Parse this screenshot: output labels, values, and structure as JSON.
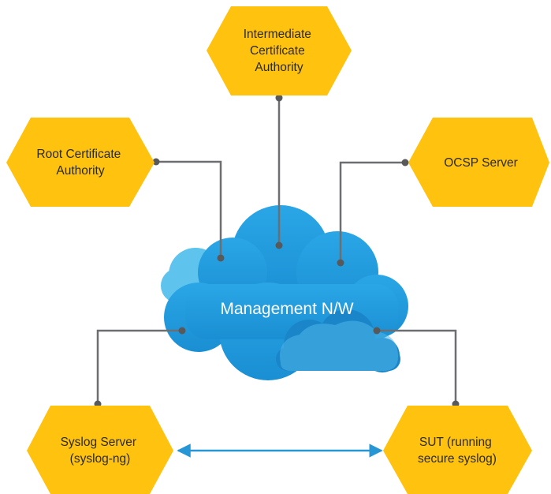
{
  "colors": {
    "hexagon_fill": "#FFC20E",
    "connector_line": "#6D6E71",
    "connector_dot": "#58595B",
    "cloud_light": "#5EC4EE",
    "cloud_main": "#1E98D9",
    "cloud_dark": "#1479BD",
    "peer_link": "#2796D5",
    "label_text": "#2B2B2B",
    "cloud_text": "#FFFFFF"
  },
  "network": {
    "label": "Management N/W"
  },
  "nodes": {
    "intermediate_ca": {
      "lines": [
        "Intermediate",
        "Certificate",
        "Authority"
      ]
    },
    "root_ca": {
      "lines": [
        "Root Certificate",
        "Authority"
      ]
    },
    "ocsp": {
      "lines": [
        "OCSP Server"
      ]
    },
    "syslog": {
      "lines": [
        "Syslog Server",
        "(syslog-ng)"
      ]
    },
    "sut": {
      "lines": [
        "SUT (running",
        "secure syslog)"
      ]
    }
  },
  "links": {
    "peer": {
      "style": "double-arrow"
    }
  }
}
